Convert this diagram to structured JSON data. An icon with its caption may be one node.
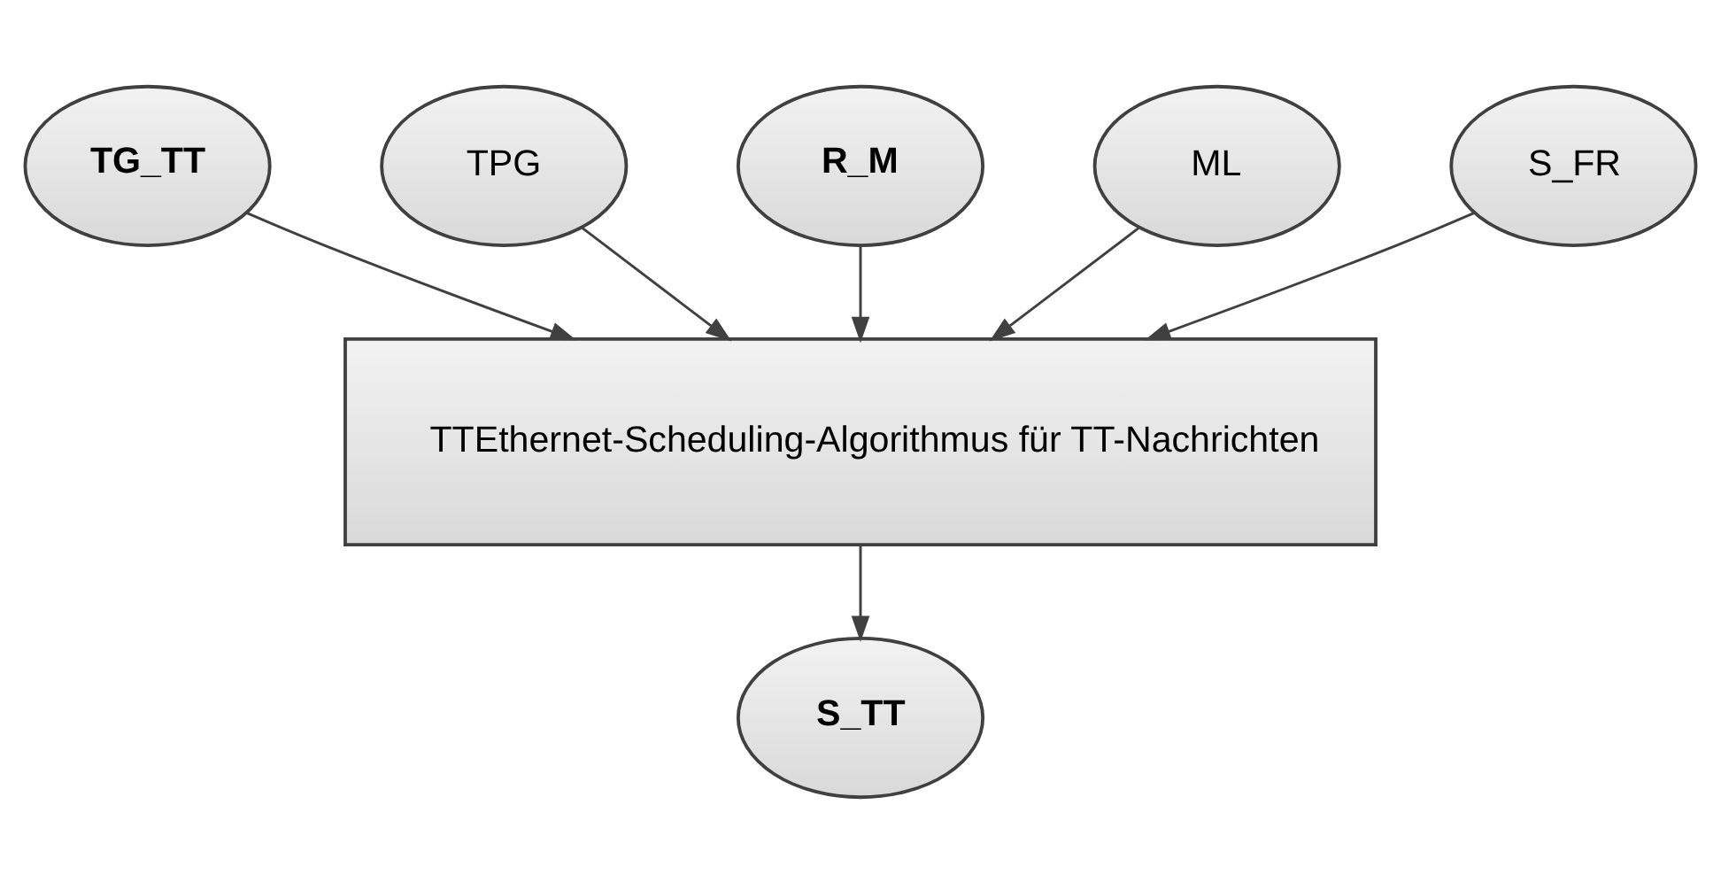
{
  "diagram": {
    "nodes": [
      {
        "text": [
          "TG_TT"
        ]
      },
      {
        "text": [
          "TPG"
        ]
      },
      {
        "text": [
          "R_M"
        ]
      },
      {
        "text": [
          "ML"
        ]
      },
      {
        "text": [
          "S_FR"
        ]
      },
      {
        "text": [
          "TTEthernet-Scheduling-Algorithmus für TT-Nachrichten"
        ]
      },
      {
        "text": [
          "S_TT"
        ]
      }
    ],
    "edges": [
      {
        "from": 0,
        "to": 5,
        "arrow": "to"
      },
      {
        "from": 1,
        "to": 5,
        "arrow": "to"
      },
      {
        "from": 2,
        "to": 5,
        "arrow": "to"
      },
      {
        "from": 3,
        "to": 5,
        "arrow": "to"
      },
      {
        "from": 4,
        "to": 5,
        "arrow": "to"
      },
      {
        "from": 5,
        "to": 6,
        "arrow": "to"
      }
    ]
  }
}
